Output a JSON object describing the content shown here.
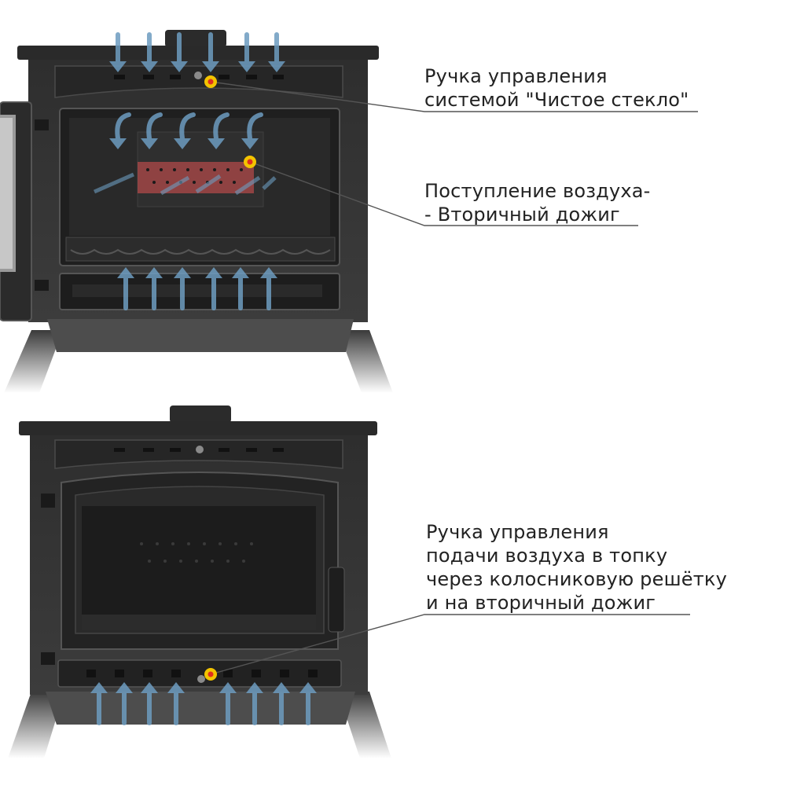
{
  "callouts": [
    {
      "lines": [
        "Ручка управления",
        "системой \"Чистое стекло\""
      ]
    },
    {
      "lines": [
        "Поступление воздуха-",
        "- Вторичный дожиг"
      ]
    },
    {
      "lines": [
        "Ручка управления",
        "подачи воздуха в топку",
        "через колосниковую решётку",
        "и на вторичный дожиг"
      ]
    }
  ],
  "colors": {
    "stove_body": "#3a3a3a",
    "stove_dark": "#1e1e1e",
    "arrow": "#6d9cc0",
    "secondary_burn_zone": "#b04a4a",
    "marker_ring": "#f3c400",
    "marker_center": "#e0301e",
    "leader_line": "#555555"
  },
  "icons": [
    "air-flow-arrow-icon",
    "control-marker-icon"
  ]
}
